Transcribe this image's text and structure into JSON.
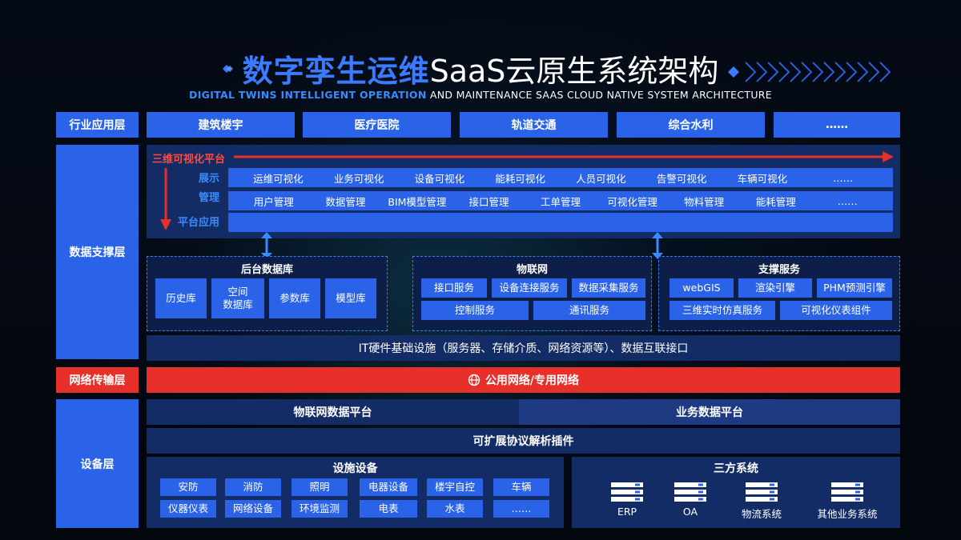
{
  "title": {
    "highlight": "数字孪生运维",
    "rest": "SaaS云原生系统架构"
  },
  "subtitle": {
    "highlight": "DIGITAL TWINS INTELLIGENT OPERATION",
    "rest": "AND MAINTENANCE SAAS CLOUD NATIVE SYSTEM ARCHITECTURE"
  },
  "layers": {
    "industry": "行业应用层",
    "data_support": "数据支撑层",
    "network": "网络传输层",
    "device": "设备层"
  },
  "industry_items": [
    "建筑楼宇",
    "医疗医院",
    "轨道交通",
    "综合水利",
    "……"
  ],
  "visual_platform": {
    "title": "三维可视化平台",
    "rows": [
      {
        "label": "展示",
        "items": [
          "运维可视化",
          "业务可视化",
          "设备可视化",
          "能耗可视化",
          "人员可视化",
          "告警可视化",
          "车辆可视化",
          "……"
        ]
      },
      {
        "label": "管理",
        "items": [
          "用户管理",
          "数据管理",
          "BIM模型管理",
          "接口管理",
          "工单管理",
          "可视化管理",
          "物料管理",
          "能耗管理",
          "……"
        ]
      },
      {
        "label": "平台应用",
        "items": []
      }
    ]
  },
  "backend_db": {
    "title": "后台数据库",
    "items": [
      "历史库",
      "空间\n数据库",
      "参数库",
      "模型库"
    ]
  },
  "iot": {
    "title": "物联网",
    "row1": [
      "接口服务",
      "设备连接服务",
      "数据采集服务"
    ],
    "row2": [
      "控制服务",
      "通讯服务"
    ]
  },
  "support_services": {
    "title": "支撑服务",
    "row1": [
      "webGIS",
      "渲染引擎",
      "PHM预测引擎"
    ],
    "row2": [
      "三维实时仿真服务",
      "可视化仪表组件"
    ]
  },
  "it_infra": "IT硬件基础设施（服务器、存储介质、网络资源等）、数据互联接口",
  "network_bar": "公用网络/专用网络",
  "iot_data_platform": "物联网数据平台",
  "business_data_platform": "业务数据平台",
  "protocol_plugin": "可扩展协议解析插件",
  "facilities": {
    "title": "设施设备",
    "row1": [
      "安防",
      "消防",
      "照明",
      "电器设备",
      "楼宇自控",
      "车辆"
    ],
    "row2": [
      "仪器仪表",
      "网络设备",
      "环境监测",
      "电表",
      "水表",
      "……"
    ]
  },
  "third_party": {
    "title": "三方系统",
    "items": [
      "ERP",
      "OA",
      "物流系统",
      "其他业务系统"
    ]
  },
  "colors": {
    "primary_blue": "#2a63e8",
    "panel_blue": "#142c66",
    "accent_red": "#e8302a",
    "title_blue": "#3a7bff"
  },
  "icons": [
    "globe-icon",
    "server-icon",
    "arrow-right-icon",
    "arrow-down-icon",
    "double-arrow-icon"
  ]
}
